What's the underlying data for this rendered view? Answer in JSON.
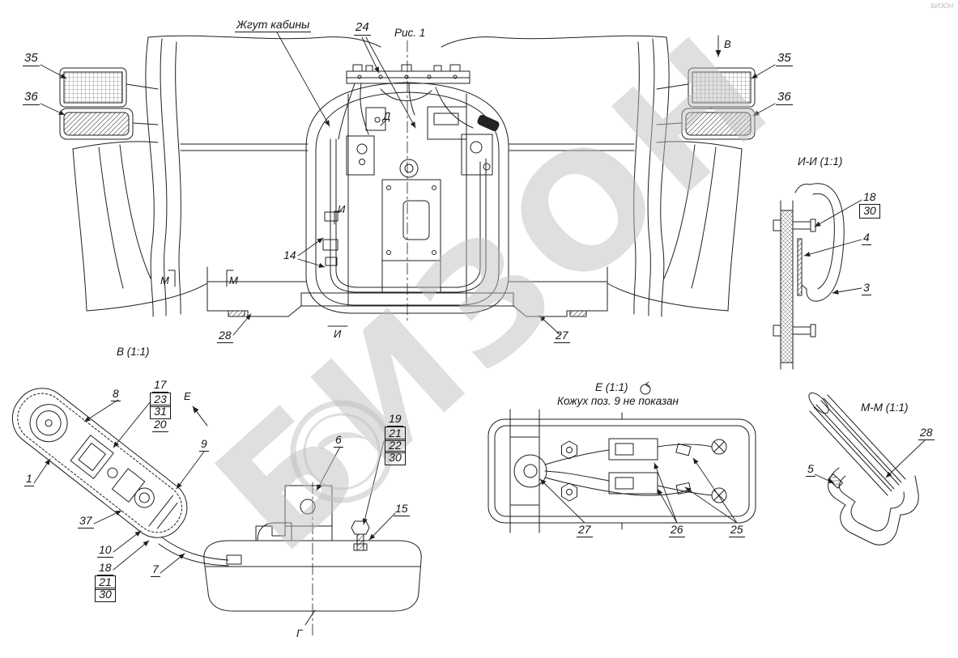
{
  "watermark": {
    "big_text": "БИЗОН",
    "corner_text": "БИЗОН"
  },
  "main_view": {
    "figure_caption": "Рис. 1",
    "harness_label": "Жгут кабины",
    "callouts": {
      "c24": "24",
      "c35l": "35",
      "c36l": "36",
      "c35r": "35",
      "c36r": "36",
      "c14": "14",
      "c28": "28",
      "c27": "27"
    },
    "markers": {
      "v": "В",
      "d": "Д",
      "i_top": "И",
      "i_bottom": "И",
      "m_left": "М",
      "m_right": "М"
    }
  },
  "section_ii": {
    "title": "И-И (1:1)",
    "callouts": {
      "c18": "18",
      "c30": "30",
      "c4": "4",
      "c3": "3"
    }
  },
  "view_v": {
    "title": "В (1:1)",
    "marker_e": "Е",
    "callouts": {
      "c8": "8",
      "c17": "17",
      "c23": "23",
      "c31": "31",
      "c20": "20",
      "c9": "9",
      "c1": "1",
      "c37": "37",
      "c10": "10",
      "c18": "18",
      "c21": "21",
      "c30": "30",
      "c7": "7"
    }
  },
  "detail_g": {
    "marker": "Г",
    "callouts": {
      "c6": "6",
      "c19": "19",
      "c21": "21",
      "c22": "22",
      "c30": "30",
      "c15": "15"
    }
  },
  "view_e": {
    "title": "Е (1:1)",
    "note": "Кожух поз. 9 не показан",
    "callouts": {
      "c27": "27",
      "c26": "26",
      "c25": "25"
    }
  },
  "section_mm": {
    "title": "М-М (1:1)",
    "callouts": {
      "c28": "28",
      "c5": "5"
    }
  }
}
